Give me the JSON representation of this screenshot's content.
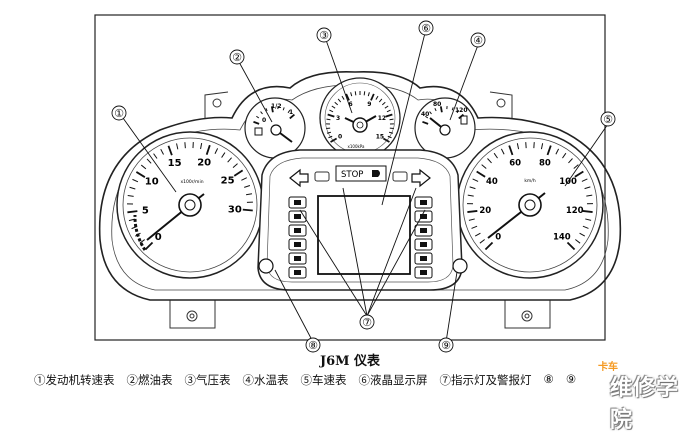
{
  "title": "J6M 仪表",
  "callouts": [
    "①",
    "②",
    "③",
    "④",
    "⑤",
    "⑥",
    "⑦",
    "⑧",
    "⑨"
  ],
  "legend": [
    "①发动机转速表",
    "②燃油表",
    "③气压表",
    "④水温表",
    "⑤车速表",
    "⑥液晶显示屏",
    "⑦指示灯及警报灯",
    "⑧",
    "⑨"
  ],
  "tachometer": {
    "ticks": [
      "0",
      "5",
      "10",
      "15",
      "20",
      "25",
      "30"
    ],
    "unit": "x100r/min"
  },
  "speedometer": {
    "ticks": [
      "0",
      "20",
      "40",
      "60",
      "80",
      "100",
      "120",
      "140"
    ],
    "unit": "km/h"
  },
  "fuel_gauge": {
    "ticks": [
      "0",
      "1/2",
      "1"
    ]
  },
  "pressure_gauge": {
    "ticks": [
      "0",
      "3",
      "6",
      "9",
      "12",
      "15"
    ],
    "unit": "x100kPa"
  },
  "temp_gauge": {
    "ticks": [
      "40",
      "80",
      "120"
    ]
  },
  "display": {
    "stop_label": "STOP"
  },
  "watermark": {
    "top": "卡车",
    "main": "维修学院"
  }
}
